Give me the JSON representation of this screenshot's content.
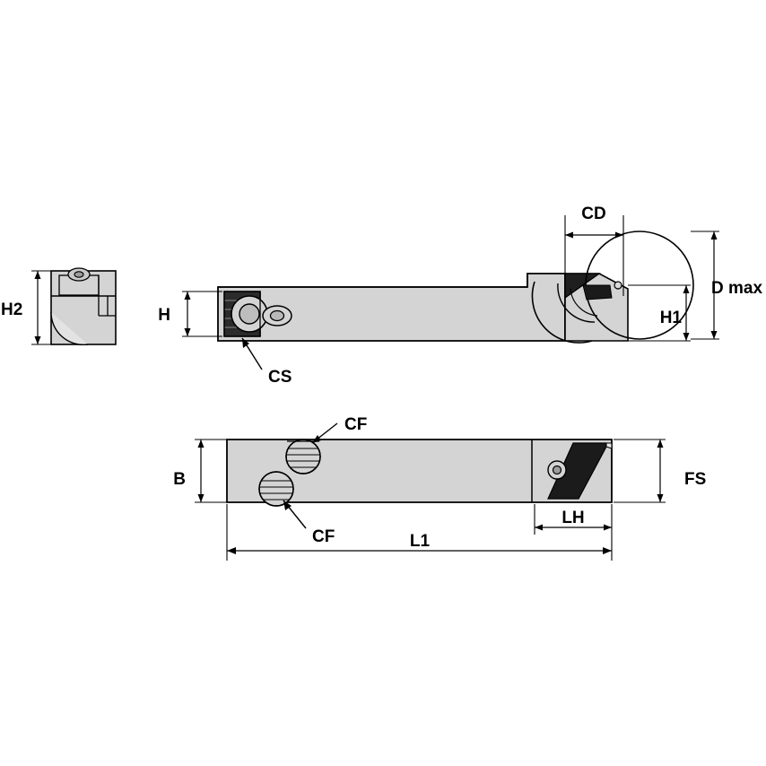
{
  "drawing": {
    "title": "Turning toolholder technical drawing",
    "colors": {
      "body_fill": "#d4d4d4",
      "body_fill_light": "#dcdcdc",
      "insert_dark": "#2b2b2b",
      "line": "#000000",
      "background": "#ffffff"
    },
    "views": [
      {
        "name": "end-view",
        "labels": [
          "H2"
        ]
      },
      {
        "name": "side-view",
        "labels": [
          "H",
          "CS",
          "CD",
          "D max",
          "H1"
        ]
      },
      {
        "name": "top-view",
        "labels": [
          "CF",
          "CF",
          "B",
          "L1",
          "LH",
          "FS"
        ]
      }
    ],
    "dimension_labels": {
      "h2": "H2",
      "h": "H",
      "cs": "CS",
      "cd": "CD",
      "dmax": "D max",
      "h1": "H1",
      "cf_top": "CF",
      "cf_bottom": "CF",
      "b": "B",
      "l1": "L1",
      "lh": "LH",
      "fs": "FS"
    }
  }
}
